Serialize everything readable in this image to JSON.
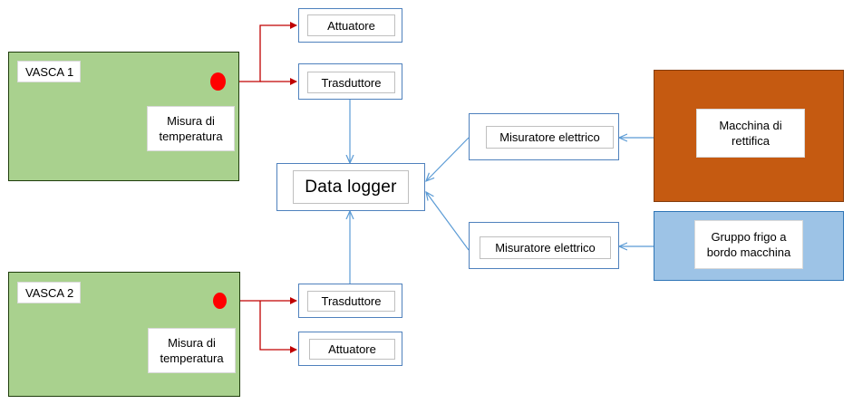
{
  "vasca1": {
    "title": "VASCA 1",
    "sensor_label": "Misura di temperatura"
  },
  "vasca2": {
    "title": "VASCA 2",
    "sensor_label": "Misura di temperatura"
  },
  "attuatore_top": "Attuatore",
  "trasduttore_top": "Trasduttore",
  "trasduttore_bottom": "Trasduttore",
  "attuatore_bottom": "Attuatore",
  "data_logger": "Data logger",
  "misuratore_top": "Misuratore elettrico",
  "misuratore_bottom": "Misuratore elettrico",
  "macchina": "Macchina di rettifica",
  "gruppo_frigo": "Gruppo frigo a bordo macchina",
  "colors": {
    "tank_green": "#a9d18e",
    "sensor_red": "#ff0000",
    "red_wire": "#c00000",
    "blue_connector": "#5b9bd5",
    "machine_orange": "#c55a11",
    "frigo_blue": "#9dc3e6"
  }
}
